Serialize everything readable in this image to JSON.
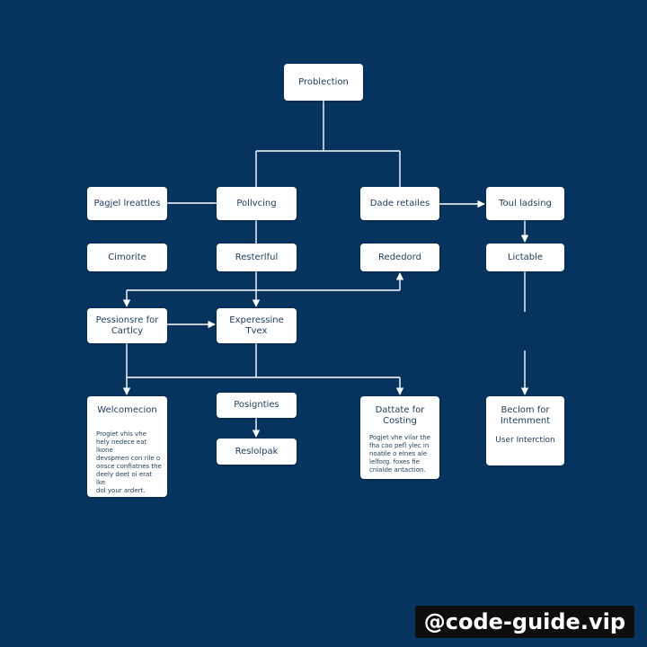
{
  "diagram": {
    "nodes": {
      "root": "Problection",
      "pagel": "Pagjel lreattles",
      "poll": "Pollvcing",
      "dade": "Dade retailes",
      "toul": "Toul ladsing",
      "cim": "Cimorite",
      "rest": "Resterlful",
      "red": "Rededord",
      "lict": "Lictable",
      "pess": "Pessionsre for\nCartlcy",
      "exp": "Experessine\nTvex",
      "posig": "Posignties",
      "resl": "Reslolpak"
    },
    "cards": {
      "welcome": {
        "title": "Welcomecion",
        "body": "Progiet vhis vhe\nhely nedece eat lkone\ndevspmen con rile o\nonsce confiatnes the\ndeely deet oi erat lke\ndol your ardert."
      },
      "dattate": {
        "title": "Dattate for\nCosting",
        "body": "Pogjet vhe vilar the\nfha coo pefl ylec in\nnoatile o elnes ale\nlelforg. foxes fie\ncnialde antaction."
      },
      "bedom": {
        "title": "Beclom for\nIntemment",
        "sub": "User Interction"
      }
    }
  },
  "watermark": "@code-guide.vip"
}
